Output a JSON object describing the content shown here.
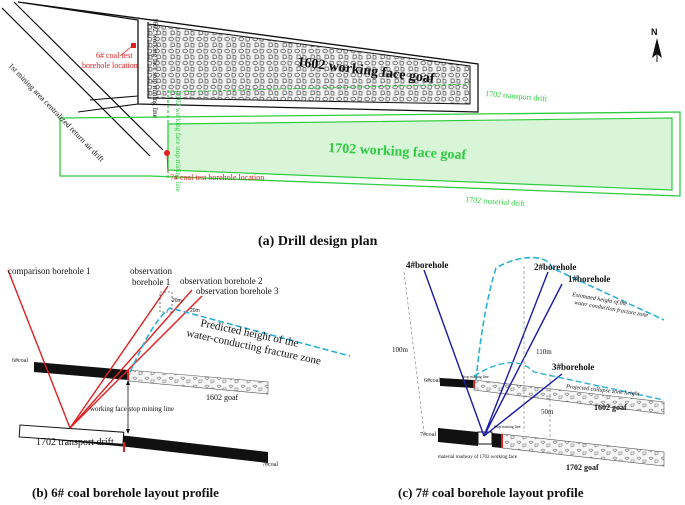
{
  "plan": {
    "goaf_1602": "1602 working face goaf",
    "goaf_1702": "1702 working face goaf",
    "transport_drift": "1702 transport drift",
    "material_drift": "1702 material drift",
    "centralized_drift": "1st mining area centralized return air drift",
    "stop_1602": "1602 working face stop mining line",
    "stop_1702": "1702 working face stop mining line",
    "b6_label_1": "6# coal test",
    "b6_label_2": "borehole location",
    "b7_label": "7# coal test borehole location",
    "north": "N",
    "caption": "(a) Drill design plan"
  },
  "profile_b": {
    "comparison": "comparison borehole 1",
    "obs1_a": "observation",
    "obs1_b": "borehole 1",
    "obs2": "observation borehole 2",
    "obs3": "observation borehole 3",
    "d20a": "20m",
    "d20b": "20m",
    "predicted_1": "Predicted height of the",
    "predicted_2": "water-conducting fracture zone",
    "coal6": "6#coal",
    "goaf1602": "1602 goaf",
    "stopline": "working face stop mining line",
    "drift": "1702 transport drift",
    "coal7": "7#coal",
    "caption": "(b) 6# coal borehole layout profile"
  },
  "profile_c": {
    "bh4": "4#borehole",
    "bh2": "2#borehole",
    "bh1": "1#borehole",
    "bh3": "3#borehole",
    "est_1": "Estimated height of the",
    "est_2": "water conduction fracture zone",
    "h100": "100m",
    "h110": "110m",
    "h50": "50m",
    "coal6": "6#coal",
    "stop6": "Stop mining line",
    "collapse": "Projected collapse zone height",
    "goaf1602": "1602 goaf",
    "coal7": "7#coal",
    "stop7": "Stop mining line",
    "roadway": "material roadway of 1702 working face",
    "goaf1702": "1702 goaf",
    "caption": "(c) 7# coal borehole layout profile"
  },
  "colors": {
    "red": "#e02020",
    "green": "#2ecc40",
    "blue": "#1a1aa8",
    "cyan": "#2ab0d8",
    "goaf_fill": "#e9e9e9"
  }
}
